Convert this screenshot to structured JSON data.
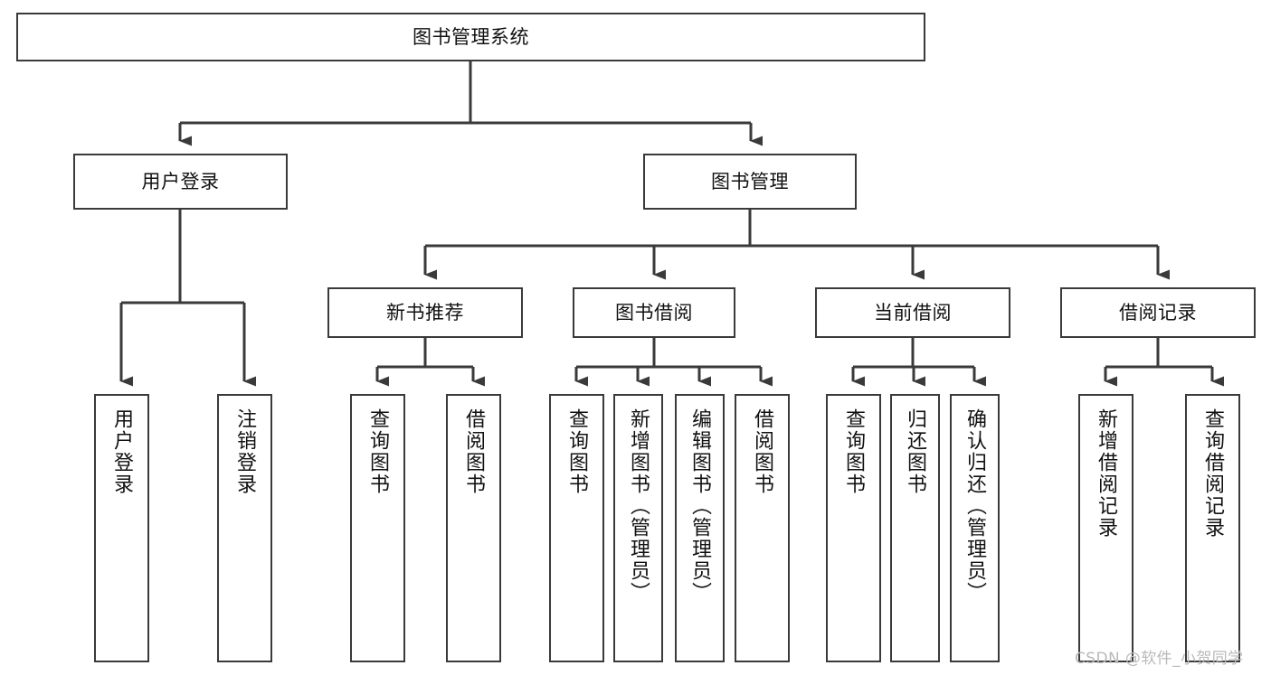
{
  "diagram": {
    "type": "tree",
    "title": "图书管理系统",
    "root": {
      "id": "root",
      "label": "图书管理系统"
    },
    "level1": [
      {
        "id": "user-login",
        "label": "用户登录"
      },
      {
        "id": "book-manage",
        "label": "图书管理"
      }
    ],
    "level2": [
      {
        "id": "new-book-rec",
        "label": "新书推荐",
        "parent": "book-manage"
      },
      {
        "id": "book-borrow",
        "label": "图书借阅",
        "parent": "book-manage"
      },
      {
        "id": "current-borrow",
        "label": "当前借阅",
        "parent": "book-manage"
      },
      {
        "id": "borrow-record",
        "label": "借阅记录",
        "parent": "book-manage"
      }
    ],
    "leaves": [
      {
        "id": "leaf-user-login",
        "label": "用户登录",
        "parent": "user-login"
      },
      {
        "id": "leaf-logout",
        "label": "注销登录",
        "parent": "user-login"
      },
      {
        "id": "leaf-query-book-1",
        "label": "查询图书",
        "parent": "new-book-rec"
      },
      {
        "id": "leaf-borrow-book-1",
        "label": "借阅图书",
        "parent": "new-book-rec"
      },
      {
        "id": "leaf-query-book-2",
        "label": "查询图书",
        "parent": "book-borrow"
      },
      {
        "id": "leaf-add-book",
        "label": "新增图书（管理员）",
        "parent": "book-borrow"
      },
      {
        "id": "leaf-edit-book",
        "label": "编辑图书（管理员）",
        "parent": "book-borrow"
      },
      {
        "id": "leaf-borrow-book-2",
        "label": "借阅图书",
        "parent": "book-borrow"
      },
      {
        "id": "leaf-query-book-3",
        "label": "查询图书",
        "parent": "current-borrow"
      },
      {
        "id": "leaf-return-book",
        "label": "归还图书",
        "parent": "current-borrow"
      },
      {
        "id": "leaf-confirm-return",
        "label": "确认归还（管理员）",
        "parent": "current-borrow"
      },
      {
        "id": "leaf-add-record",
        "label": "新增借阅记录",
        "parent": "borrow-record"
      },
      {
        "id": "leaf-query-record",
        "label": "查询借阅记录",
        "parent": "borrow-record"
      }
    ],
    "watermark": "CSDN @软件_小贺同学",
    "colors": {
      "stroke": "#3a3a3a",
      "background": "#ffffff",
      "text": "#111111",
      "watermark": "#b9b9b9"
    }
  }
}
